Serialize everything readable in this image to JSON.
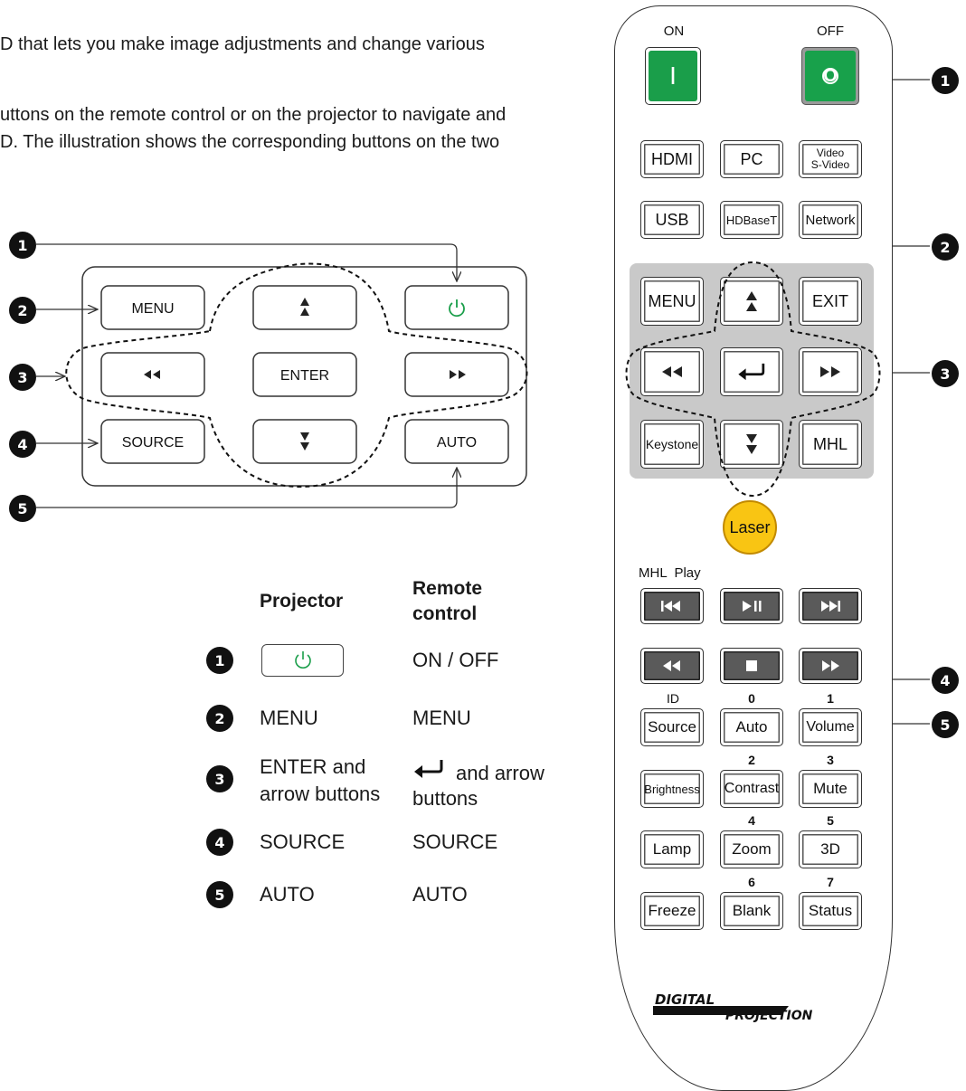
{
  "intro": {
    "line1": "D that lets you make image adjustments and change various",
    "line2": "uttons on the remote control or on the projector to navigate and",
    "line3": "D. The illustration shows the corresponding buttons on the two"
  },
  "callouts": [
    "1",
    "2",
    "3",
    "4",
    "5"
  ],
  "projector_panel": {
    "menu": "MENU",
    "enter": "ENTER",
    "source": "SOURCE",
    "auto": "AUTO"
  },
  "table": {
    "header_projector": "Projector",
    "header_remote_1": "Remote",
    "header_remote_2": "control",
    "rows": [
      {
        "num": "1",
        "remote": "ON / OFF"
      },
      {
        "num": "2",
        "projector": "MENU",
        "remote": "MENU"
      },
      {
        "num": "3",
        "projector_1": "ENTER and",
        "projector_2": "arrow buttons",
        "remote_1": "and arrow",
        "remote_2": "buttons"
      },
      {
        "num": "4",
        "projector": "SOURCE",
        "remote": "SOURCE"
      },
      {
        "num": "5",
        "projector": "AUTO",
        "remote": "AUTO"
      }
    ]
  },
  "remote": {
    "on_label": "ON",
    "off_label": "OFF",
    "on_symbol": "I",
    "off_symbol": "O",
    "hdmi": "HDMI",
    "pc": "PC",
    "video_1": "Video",
    "video_2": "S-Video",
    "usb": "USB",
    "hdbaset": "HDBaseT",
    "network": "Network",
    "menu": "MENU",
    "exit": "EXIT",
    "keystone": "Keystone",
    "mhl": "MHL",
    "laser": "Laser",
    "mhl_play": "MHL  Play",
    "id_label": "ID",
    "source": "Source",
    "num_0": "0",
    "auto": "Auto",
    "num_1": "1",
    "volume": "Volume",
    "brightness": "Brightness",
    "num_2": "2",
    "contrast": "Contrast",
    "num_3": "3",
    "mute": "Mute",
    "lamp": "Lamp",
    "num_4": "4",
    "zoom": "Zoom",
    "num_5": "5",
    "threed": "3D",
    "freeze": "Freeze",
    "num_6": "6",
    "blank": "Blank",
    "num_7": "7",
    "status": "Status",
    "brand_1": "DIGITAL",
    "brand_2": "PROJECTION"
  },
  "colors": {
    "power_green": "#1a9e4a",
    "laser_yellow": "#f9c513",
    "nav_panel_gray": "#c9c9c9",
    "media_button_gray": "#5a5a5a"
  }
}
